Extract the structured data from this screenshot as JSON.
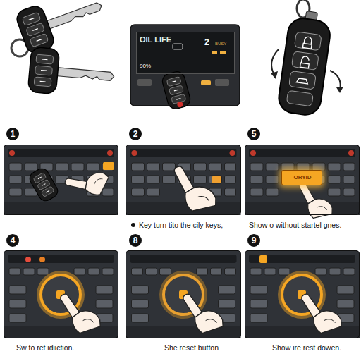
{
  "diagram": {
    "nodes": [
      {
        "text": [
          "OIL LIFE",
          "2",
          "BUSY",
          "90%"
        ]
      },
      {
        "text": [
          "1"
        ]
      },
      {
        "text": [
          "2",
          "Key turn tito the cily keys,"
        ]
      },
      {
        "text": [
          "5",
          "Show o without startel gnes."
        ]
      },
      {
        "text": [
          "ORYID"
        ],
        "in": 3
      },
      {
        "text": [
          "4",
          "Sw to ret idiiction."
        ]
      },
      {
        "text": [
          "8",
          "She reset button"
        ]
      },
      {
        "text": [
          "9",
          "Show ire rest dowen."
        ]
      }
    ]
  }
}
